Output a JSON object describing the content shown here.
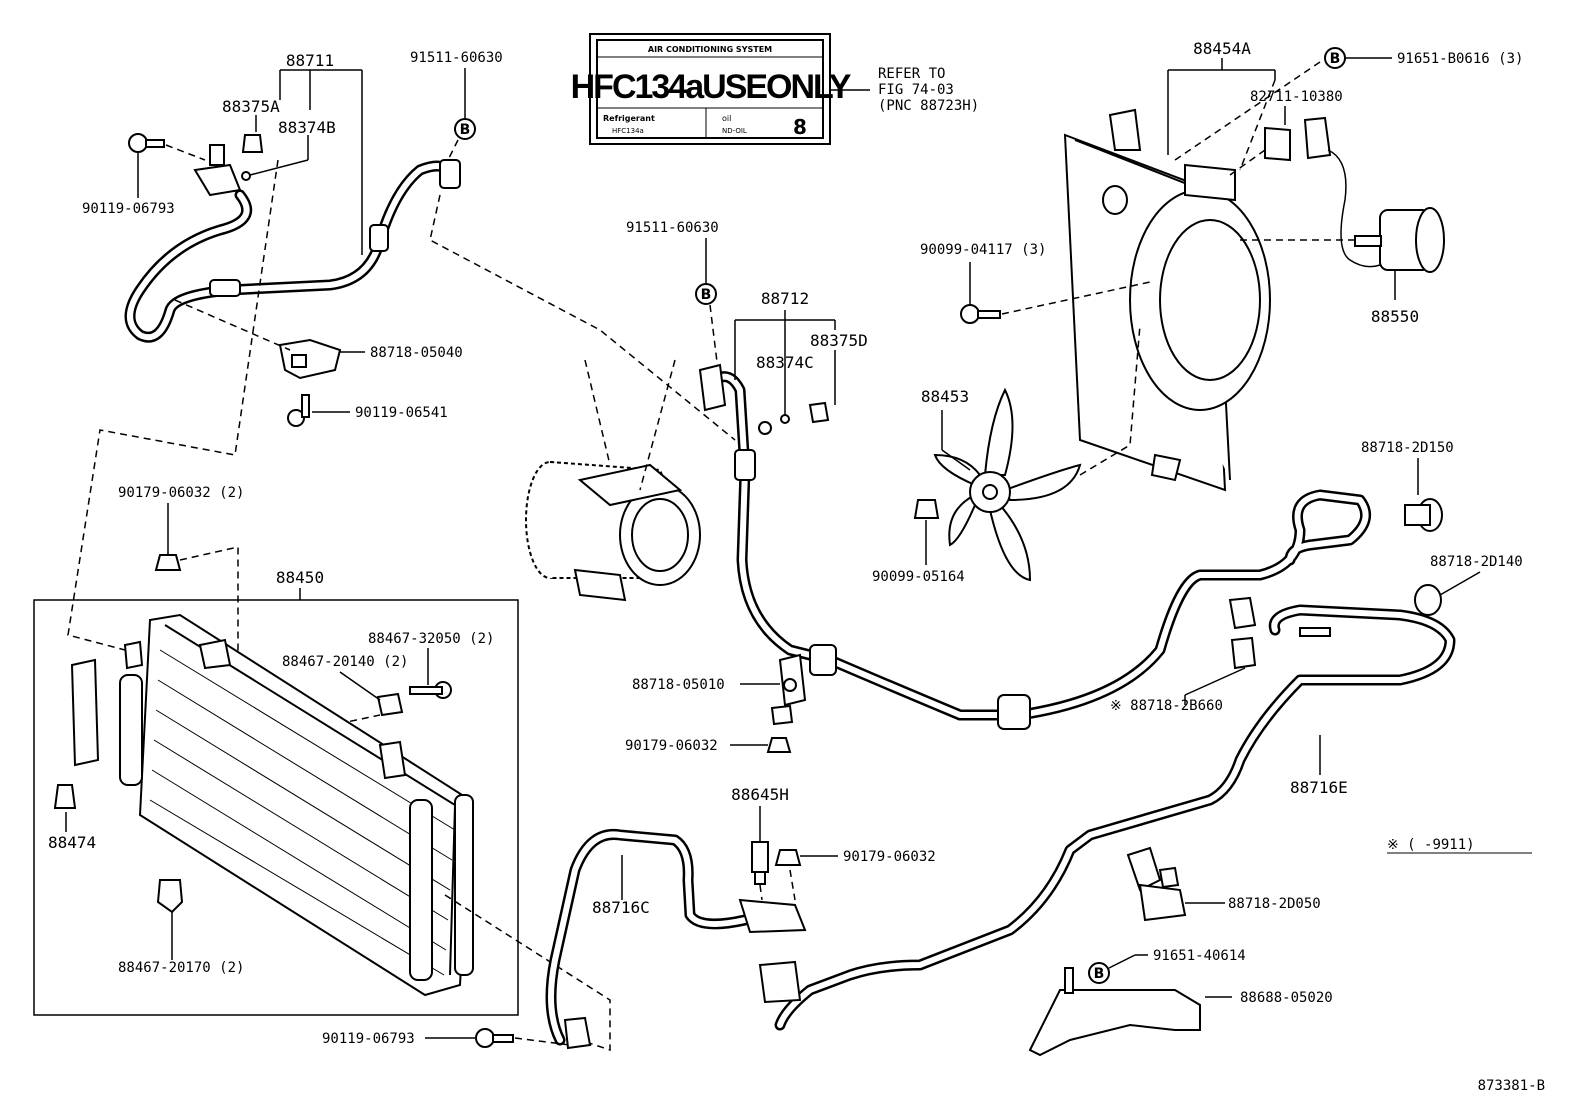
{
  "label_plate": {
    "header": "AIR CONDITIONING SYSTEM",
    "main": "HFC134aUSEONLY",
    "refrigerant_label": "Refrigerant",
    "refrigerant_value": "HFC134a",
    "oil_label": "oil",
    "oil_value": "ND-OIL",
    "oil_number": "8"
  },
  "refer_note": {
    "line1": "REFER TO",
    "line2": "FIG 74-03",
    "line3": "(PNC 88723H)"
  },
  "parts": {
    "p88711": "88711",
    "p88375A": "88375A",
    "p88374B": "88374B",
    "p90119_06793_top": "90119-06793",
    "p91511_60630_top": "91511-60630",
    "p88718_05040": "88718-05040",
    "p90119_06541": "90119-06541",
    "p90179_06032_2": "90179-06032 (2)",
    "p88450": "88450",
    "p88467_32050": "88467-32050 (2)",
    "p88467_20140": "88467-20140 (2)",
    "p88474": "88474",
    "p88467_20170": "88467-20170 (2)",
    "p90119_06793_bottom": "90119-06793",
    "p91511_60630_mid": "91511-60630",
    "p88712": "88712",
    "p88375D": "88375D",
    "p88374C": "88374C",
    "p88718_05010": "88718-05010",
    "p90179_06032_mid": "90179-06032",
    "p88645H": "88645H",
    "p90179_06032_right": "90179-06032",
    "p88716C": "88716C",
    "p88454A": "88454A",
    "p91651_B0616": "91651-B0616 (3)",
    "p82711_10380": "82711-10380",
    "p90099_04117": "90099-04117 (3)",
    "p88550": "88550",
    "p88453": "88453",
    "p90099_05164": "90099-05164",
    "p88718_2D150": "88718-2D150",
    "p88718_2D140": "88718-2D140",
    "p88718_2B660": "※ 88718-2B660",
    "p88716E": "88716E",
    "p88718_2D050": "88718-2D050",
    "p91651_40614": "91651-40614",
    "p88688_05020": "88688-05020"
  },
  "callouts": {
    "b": "B"
  },
  "footnote": "※ (       -9911)",
  "figure_number": "873381-B"
}
